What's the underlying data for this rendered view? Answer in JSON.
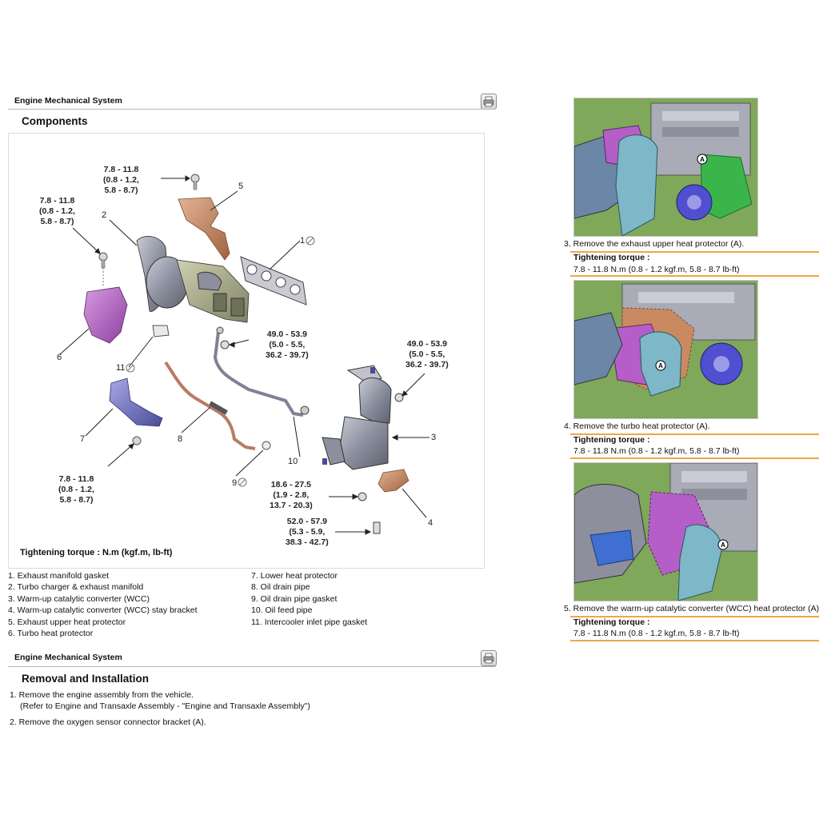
{
  "header1": {
    "title": "Engine Mechanical System"
  },
  "components": {
    "title": "Components",
    "torque_note": "Tightening torque : N.m (kgf.m, lb-ft)",
    "torque_labels": {
      "upper_protector": "7.8 - 11.8\n(0.8 - 1.2,\n5.8 - 8.7)",
      "turbo_protector": "7.8 - 11.8\n(0.8 - 1.2,\n5.8 - 8.7)",
      "lower_protector": "7.8 - 11.8\n(0.8 - 1.2,\n5.8 - 8.7)",
      "oil_feed": "49.0 - 53.9\n(5.0 - 5.5,\n36.2 - 39.7)",
      "wcc": "49.0 - 53.9\n(5.0 - 5.5,\n36.2 - 39.7)",
      "bracket_bolt": "18.6 - 27.5\n(1.9 - 2.8,\n13.7 - 20.3)",
      "bracket_lower": "52.0 - 57.9\n(5.3 - 5.9,\n38.3 - 42.7)"
    },
    "callouts": [
      "1",
      "2",
      "3",
      "4",
      "5",
      "6",
      "7",
      "8",
      "9",
      "10",
      "11"
    ],
    "legend_left": [
      "1. Exhaust manifold gasket",
      "2. Turbo charger & exhaust manifold",
      "3. Warm-up catalytic converter (WCC)",
      "4. Warm-up catalytic converter (WCC) stay bracket",
      "5. Exhaust upper heat protector",
      "6. Turbo heat protector"
    ],
    "legend_right": [
      "7. Lower heat protector",
      "8. Oil drain pipe",
      "9. Oil drain pipe gasket",
      "10. Oil feed pipe",
      "11. Intercooler inlet pipe gasket"
    ]
  },
  "header2": {
    "title": "Engine Mechanical System"
  },
  "removal": {
    "title": "Removal and Installation",
    "step1": "1.  Remove the engine assembly from the vehicle.",
    "step1_ref": "(Refer to Engine and Transaxle Assembly - \"Engine and Transaxle Assembly\")",
    "step2": "2.  Remove the oxygen sensor connector bracket (A)."
  },
  "right_steps": [
    {
      "text": "3.  Remove the exhaust upper heat protector (A).",
      "torque_label": "Tightening torque :",
      "torque_value": "7.8 - 11.8 N.m (0.8 - 1.2 kgf.m, 5.8 - 8.7 lb-ft)"
    },
    {
      "text": "4.  Remove the turbo heat protector (A).",
      "torque_label": "Tightening torque :",
      "torque_value": "7.8 - 11.8 N.m (0.8 - 1.2 kgf.m, 5.8 - 8.7 lb-ft)"
    },
    {
      "text": "5.  Remove the warm-up catalytic converter (WCC) heat protector (A).",
      "torque_label": "Tightening torque :",
      "torque_value": "7.8 - 11.8 N.m (0.8 - 1.2 kgf.m, 5.8 - 8.7 lb-ft)"
    }
  ],
  "photo_marker": "A",
  "colors": {
    "magenta": "#b65ec9",
    "copper": "#c98a62",
    "steel": "#8d8f9c",
    "orange_rule": "#f0a646",
    "photo_bg": "#7fa85a"
  }
}
